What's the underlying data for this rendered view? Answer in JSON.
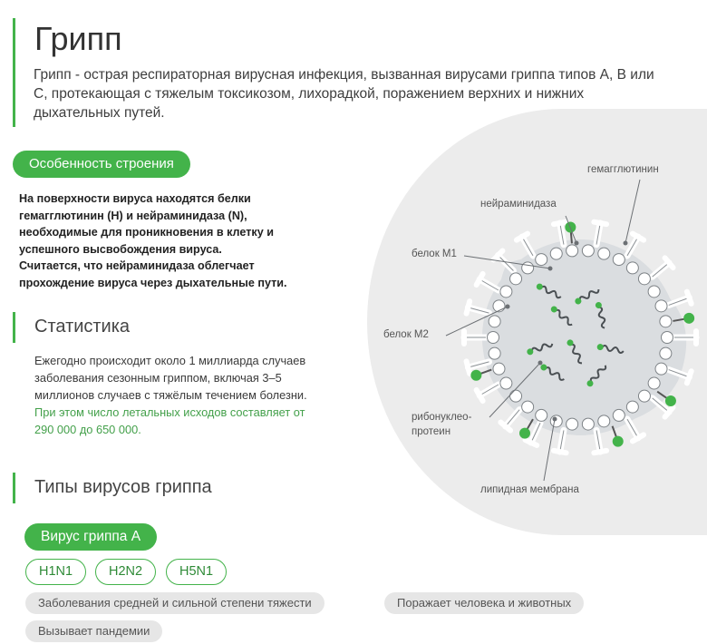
{
  "header": {
    "title": "Грипп",
    "intro": "Грипп - острая респираторная вирусная инфекция, вызванная вирусами гриппа типов A, B или C, протекающая с тяжелым токсикозом, лихорадкой, поражением верхних и нижних дыхательных путей."
  },
  "structure": {
    "badge": "Особенность строения",
    "paragraph1": "На поверхности вируса находятся белки гемагглютинин (H) и нейраминидаза (N), необходимые для проникновения в клетку и успешного высвобождения вируса.",
    "paragraph2": "Считается, что нейраминидаза облегчает прохождение вируса через дыхательные пути."
  },
  "statistics": {
    "heading": "Статистика",
    "text": "Ежегодно происходит около 1 миллиарда случаев заболевания сезонным гриппом, включая 3–5 миллионов случаев с тяжёлым течением болезни.",
    "highlight": "При этом число летальных исходов составляет от 290 000 до 650 000."
  },
  "types": {
    "heading": "Типы вирусов гриппа",
    "virus_a": {
      "label": "Вирус гриппа A",
      "subtypes": [
        "H1N1",
        "H2N2",
        "H5N1"
      ],
      "tags": [
        "Заболевания средней и сильной степени тяжести",
        "Поражает человека и животных",
        "Вызывает пандемии"
      ]
    }
  },
  "diagram": {
    "labels": {
      "hemagglutinin": "гемагглютинин",
      "neuraminidase": "нейраминидаза",
      "m1": "белок М1",
      "m2": "белок М2",
      "rnp_line1": "рибонуклео-",
      "rnp_line2": "протеин",
      "membrane": "липидная мембрана"
    },
    "colors": {
      "accent": "#43b34a",
      "background_shape": "#ececec",
      "virus_body": "#dadde0"
    }
  }
}
